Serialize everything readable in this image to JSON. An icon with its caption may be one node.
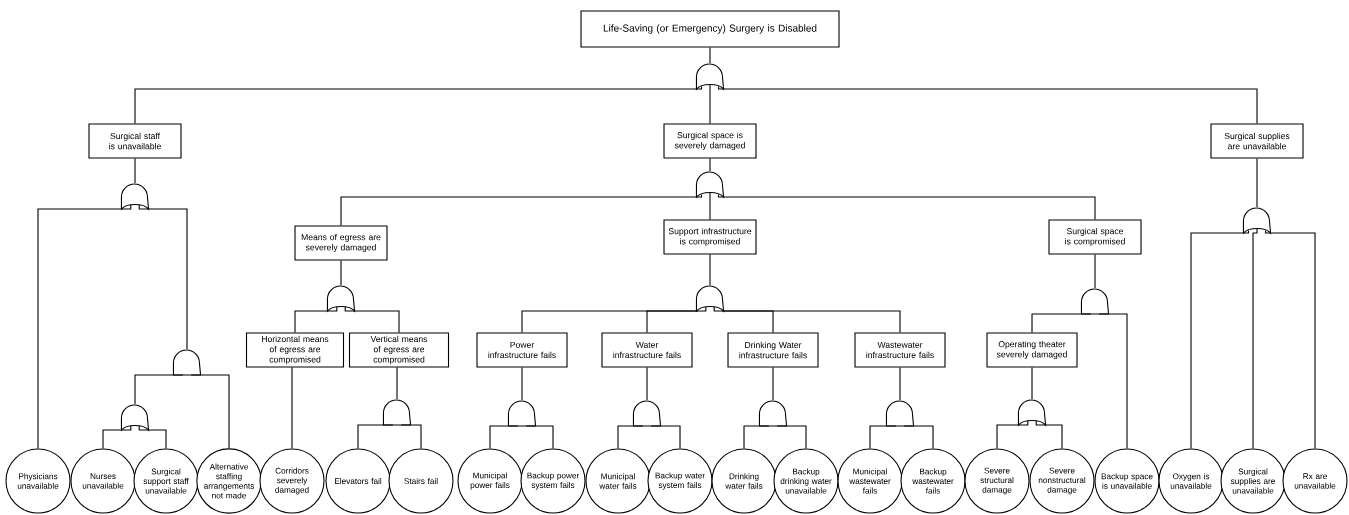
{
  "diagram": {
    "nodes": [
      {
        "text": [
          "Life-Saving (or Emergency) Surgery is Disabled"
        ]
      },
      {
        "text": [],
        "shape": "or-gate"
      },
      {
        "text": [
          "Surgical staff is unavailable"
        ]
      },
      {
        "text": [
          "Surgical space is severely damaged"
        ]
      },
      {
        "text": [
          "Surgical supplies are unavailable"
        ]
      },
      {
        "text": [],
        "shape": "or-gate"
      },
      {
        "text": [],
        "shape": "or-gate"
      },
      {
        "text": [],
        "shape": "or-gate"
      },
      {
        "text": [
          "Means of egress are severely damaged"
        ]
      },
      {
        "text": [
          "Support infrastructure is compromised"
        ]
      },
      {
        "text": [
          "Surgical space is compromised"
        ]
      },
      {
        "text": [],
        "shape": "and-gate"
      },
      {
        "text": [],
        "shape": "or-gate"
      },
      {
        "text": [],
        "shape": "or-gate"
      },
      {
        "text": [],
        "shape": "and-gate"
      },
      {
        "text": [
          "Horizontal means of egress are compromised"
        ]
      },
      {
        "text": [
          "Vertical means of egress are compromised"
        ]
      },
      {
        "text": [
          "Power infrastructure fails"
        ]
      },
      {
        "text": [
          "Water infrastructure fails"
        ]
      },
      {
        "text": [
          "Drinking Water infrastructure fails"
        ]
      },
      {
        "text": [
          "Wastewater infrastructure fails"
        ]
      },
      {
        "text": [
          "Operating theater severely damaged"
        ]
      },
      {
        "text": [],
        "shape": "or-gate"
      },
      {
        "text": [],
        "shape": "and-gate"
      },
      {
        "text": [],
        "shape": "and-gate"
      },
      {
        "text": [],
        "shape": "and-gate"
      },
      {
        "text": [],
        "shape": "and-gate"
      },
      {
        "text": [],
        "shape": "and-gate"
      },
      {
        "text": [],
        "shape": "or-gate"
      },
      {
        "text": [
          "Physicians unavailable"
        ]
      },
      {
        "text": [
          "Nurses unavailable"
        ]
      },
      {
        "text": [
          "Surgical support staff unavailable"
        ]
      },
      {
        "text": [
          "Alternative staffing arrangements not made"
        ]
      },
      {
        "text": [
          "Corridors severely damaged"
        ]
      },
      {
        "text": [
          "Elevators fail"
        ]
      },
      {
        "text": [
          "Stairs fail"
        ]
      },
      {
        "text": [
          "Municipal power fails"
        ]
      },
      {
        "text": [
          "Backup power system fails"
        ]
      },
      {
        "text": [
          "Municipal water fails"
        ]
      },
      {
        "text": [
          "Backup water system fails"
        ]
      },
      {
        "text": [
          "Drinking water fails"
        ]
      },
      {
        "text": [
          "Backup drinking water unavailable"
        ]
      },
      {
        "text": [
          "Municipal wastewater fails"
        ]
      },
      {
        "text": [
          "Backup wastewater fails"
        ]
      },
      {
        "text": [
          "Severe structural damage"
        ]
      },
      {
        "text": [
          "Severe nonstructural damage"
        ]
      },
      {
        "text": [
          "Backup space is unavailable"
        ]
      },
      {
        "text": [
          "Oxygen is unavailable"
        ]
      },
      {
        "text": [
          "Surgical supplies are unavailable"
        ]
      },
      {
        "text": [
          "Rx are unavailable"
        ]
      }
    ],
    "edges": [
      {
        "from": 0,
        "to": 1,
        "arrow": "none"
      },
      {
        "from": 1,
        "to": 2,
        "arrow": "none"
      },
      {
        "from": 1,
        "to": 3,
        "arrow": "none"
      },
      {
        "from": 1,
        "to": 4,
        "arrow": "none"
      },
      {
        "from": 2,
        "to": 5,
        "arrow": "none"
      },
      {
        "from": 3,
        "to": 6,
        "arrow": "none"
      },
      {
        "from": 4,
        "to": 7,
        "arrow": "none"
      },
      {
        "from": 5,
        "to": 29,
        "arrow": "none"
      },
      {
        "from": 5,
        "to": 11,
        "arrow": "none"
      },
      {
        "from": 6,
        "to": 8,
        "arrow": "none"
      },
      {
        "from": 6,
        "to": 9,
        "arrow": "none"
      },
      {
        "from": 6,
        "to": 10,
        "arrow": "none"
      },
      {
        "from": 7,
        "to": 47,
        "arrow": "none"
      },
      {
        "from": 7,
        "to": 48,
        "arrow": "none"
      },
      {
        "from": 7,
        "to": 49,
        "arrow": "none"
      },
      {
        "from": 8,
        "to": 12,
        "arrow": "none"
      },
      {
        "from": 9,
        "to": 13,
        "arrow": "none"
      },
      {
        "from": 10,
        "to": 14,
        "arrow": "none"
      },
      {
        "from": 11,
        "to": 22,
        "arrow": "none"
      },
      {
        "from": 11,
        "to": 32,
        "arrow": "none"
      },
      {
        "from": 12,
        "to": 15,
        "arrow": "none"
      },
      {
        "from": 12,
        "to": 16,
        "arrow": "none"
      },
      {
        "from": 13,
        "to": 17,
        "arrow": "none"
      },
      {
        "from": 13,
        "to": 18,
        "arrow": "none"
      },
      {
        "from": 13,
        "to": 19,
        "arrow": "none"
      },
      {
        "from": 13,
        "to": 20,
        "arrow": "none"
      },
      {
        "from": 14,
        "to": 21,
        "arrow": "none"
      },
      {
        "from": 14,
        "to": 46,
        "arrow": "none"
      },
      {
        "from": 15,
        "to": 33,
        "arrow": "none"
      },
      {
        "from": 16,
        "to": 23,
        "arrow": "none"
      },
      {
        "from": 17,
        "to": 24,
        "arrow": "none"
      },
      {
        "from": 18,
        "to": 25,
        "arrow": "none"
      },
      {
        "from": 19,
        "to": 26,
        "arrow": "none"
      },
      {
        "from": 20,
        "to": 27,
        "arrow": "none"
      },
      {
        "from": 21,
        "to": 28,
        "arrow": "none"
      },
      {
        "from": 22,
        "to": 30,
        "arrow": "none"
      },
      {
        "from": 22,
        "to": 31,
        "arrow": "none"
      },
      {
        "from": 23,
        "to": 34,
        "arrow": "none"
      },
      {
        "from": 23,
        "to": 35,
        "arrow": "none"
      },
      {
        "from": 24,
        "to": 36,
        "arrow": "none"
      },
      {
        "from": 24,
        "to": 37,
        "arrow": "none"
      },
      {
        "from": 25,
        "to": 38,
        "arrow": "none"
      },
      {
        "from": 25,
        "to": 39,
        "arrow": "none"
      },
      {
        "from": 26,
        "to": 40,
        "arrow": "none"
      },
      {
        "from": 26,
        "to": 41,
        "arrow": "none"
      },
      {
        "from": 27,
        "to": 42,
        "arrow": "none"
      },
      {
        "from": 27,
        "to": 43,
        "arrow": "none"
      },
      {
        "from": 28,
        "to": 44,
        "arrow": "none"
      },
      {
        "from": 28,
        "to": 45,
        "arrow": "none"
      }
    ]
  }
}
